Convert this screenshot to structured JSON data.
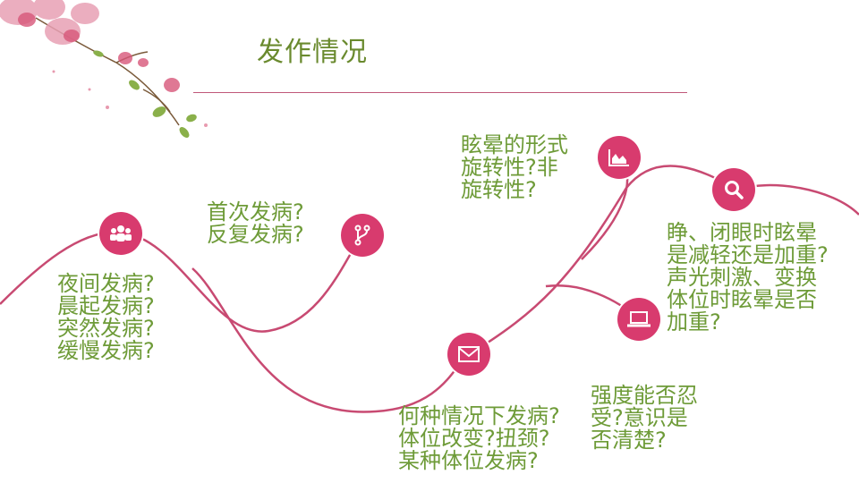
{
  "title": "发作情况",
  "colors": {
    "accent": "#d83b6e",
    "text_green": "#6e9b38",
    "title_green": "#6a8a2e",
    "curve": "#c84a72"
  },
  "nodes": [
    {
      "icon": "users-icon",
      "lines": [
        "夜间发病?",
        "晨起发病?",
        "突然发病?",
        "缓慢发病?"
      ]
    },
    {
      "icon": "branch-icon",
      "lines": [
        "首次发病?",
        "反复发病?"
      ]
    },
    {
      "icon": "mail-icon",
      "lines": [
        "何种情况下发病?",
        "体位改变?扭颈?",
        "某种体位发病?"
      ]
    },
    {
      "icon": "chart-icon",
      "lines": [
        "眩晕的形式",
        "旋转性?非",
        "旋转性?"
      ]
    },
    {
      "icon": "laptop-icon",
      "lines": [
        "强度能否忍",
        "受?意识是",
        "否清楚?"
      ]
    },
    {
      "icon": "search-icon",
      "lines": [
        "睁、闭眼时眩晕",
        "是减轻还是加重?",
        "声光刺激、变换",
        "体位时眩晕是否",
        "加重?"
      ]
    }
  ]
}
